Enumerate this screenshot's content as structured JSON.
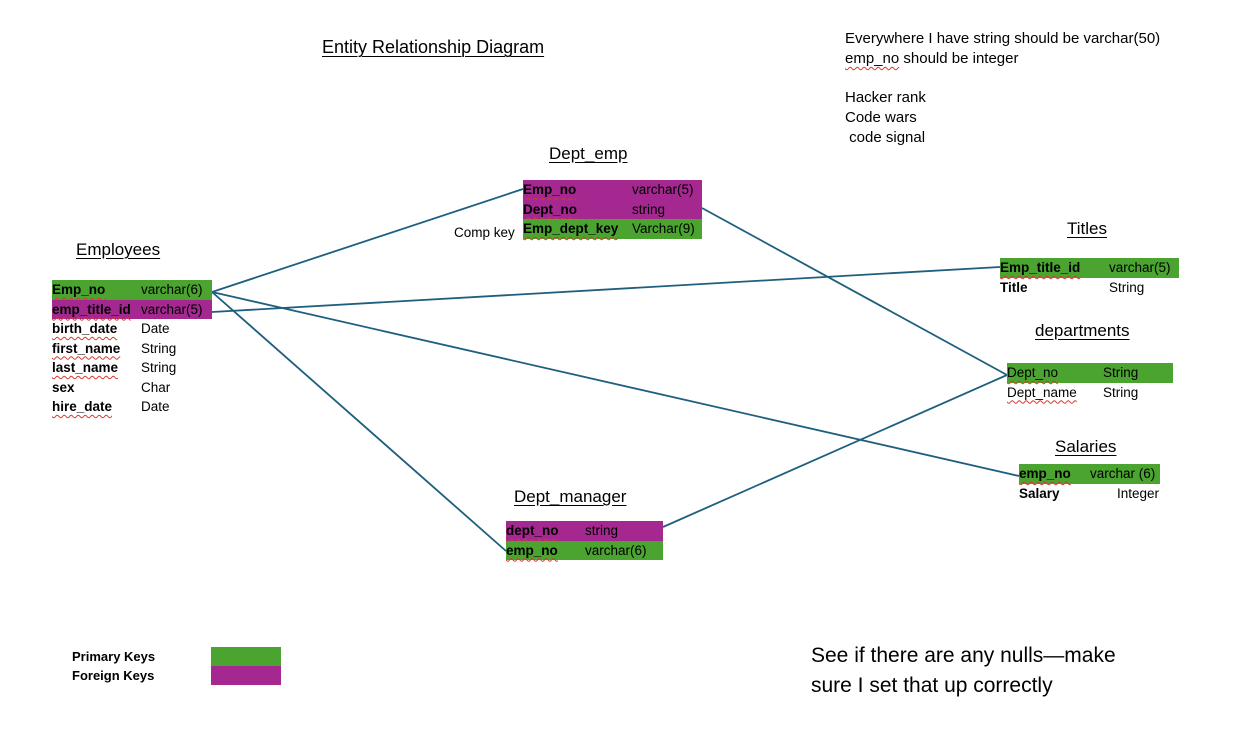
{
  "diagram_title": "Entity Relationship Diagram",
  "notes": {
    "line1": "Everywhere I have string should be varchar(50)",
    "line2_word": "emp_no",
    "line2_rest": " should be integer",
    "line3": "Hacker rank",
    "line4": "Code wars",
    "line5": " code signal"
  },
  "bottom_note": {
    "line1": "See if there are any nulls—make",
    "line2": "sure I set that up correctly"
  },
  "comp_key_label": "Comp key",
  "entities": {
    "employees": {
      "title": "Employees",
      "rows": [
        {
          "field": "Emp_no",
          "type": "varchar(6)",
          "key": "pk"
        },
        {
          "field": "emp_title_id",
          "type": "varchar(5)",
          "key": "fk"
        },
        {
          "field": "birth_date",
          "type": "Date",
          "key": ""
        },
        {
          "field": "first_name",
          "type": "String",
          "key": ""
        },
        {
          "field": "last_name",
          "type": "String",
          "key": ""
        },
        {
          "field": "sex",
          "type": "Char",
          "key": ""
        },
        {
          "field": "hire_date",
          "type": "Date",
          "key": ""
        }
      ]
    },
    "dept_emp": {
      "title": "Dept_emp",
      "rows": [
        {
          "field": "Emp_no",
          "type": "varchar(5)",
          "key": "fk"
        },
        {
          "field": "Dept_no",
          "type": "string",
          "key": "fk"
        },
        {
          "field": "Emp_dept_key",
          "type": "Varchar(9)",
          "key": "pk"
        }
      ]
    },
    "titles": {
      "title": "Titles",
      "rows": [
        {
          "field": "Emp_title_id",
          "type": "varchar(5)",
          "key": "pk"
        },
        {
          "field": "Title",
          "type": "String",
          "key": ""
        }
      ]
    },
    "departments": {
      "title": "departments",
      "rows": [
        {
          "field": "Dept_no",
          "type": "String",
          "key": "pk"
        },
        {
          "field": "Dept_name",
          "type": "String",
          "key": ""
        }
      ]
    },
    "salaries": {
      "title": "Salaries",
      "rows": [
        {
          "field": "emp_no",
          "type": "varchar (6)",
          "key": "pk"
        },
        {
          "field": "Salary",
          "type": "Integer",
          "key": ""
        }
      ]
    },
    "dept_manager": {
      "title": "Dept_manager",
      "rows": [
        {
          "field": "dept_no",
          "type": "string",
          "key": "fk"
        },
        {
          "field": "emp_no",
          "type": "varchar(6)",
          "key": "pk"
        }
      ]
    }
  },
  "legend": {
    "primary_label": "Primary Keys",
    "foreign_label": "Foreign Keys",
    "primary_color": "#4aa42f",
    "foreign_color": "#a4288f"
  },
  "connector_color": "#1f5f7e",
  "relationships": [
    {
      "from": "Employees.Emp_no",
      "to": "Dept_emp.Emp_no"
    },
    {
      "from": "Employees.emp_title_id",
      "to": "Titles.Emp_title_id"
    },
    {
      "from": "Employees.Emp_no",
      "to": "Salaries.emp_no"
    },
    {
      "from": "Employees.Emp_no",
      "to": "Dept_manager.emp_no"
    },
    {
      "from": "Dept_emp.Dept_no",
      "to": "departments.Dept_no"
    },
    {
      "from": "Dept_manager.dept_no",
      "to": "departments.Dept_no"
    }
  ]
}
